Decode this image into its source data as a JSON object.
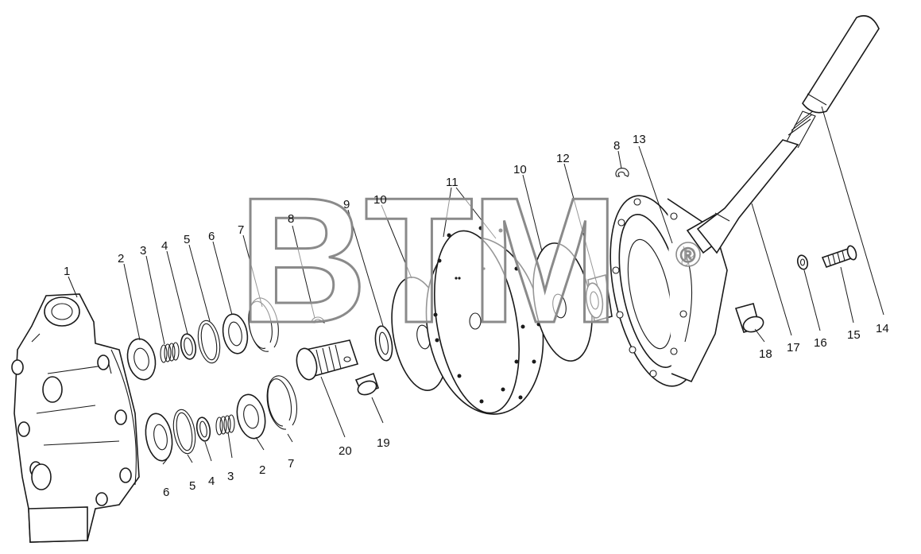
{
  "watermark": {
    "text": "BTM",
    "registered": "®"
  },
  "callouts": {
    "c1": "1",
    "c2a": "2",
    "c2b": "2",
    "c3a": "3",
    "c3b": "3",
    "c4a": "4",
    "c4b": "4",
    "c5a": "5",
    "c5b": "5",
    "c6a": "6",
    "c6b": "6",
    "c7a": "7",
    "c7b": "7",
    "c8a": "8",
    "c8b": "8",
    "c9": "9",
    "c10a": "10",
    "c10b": "10",
    "c11": "11",
    "c12": "12",
    "c13": "13",
    "c14": "14",
    "c15": "15",
    "c16": "16",
    "c17": "17",
    "c18": "18",
    "c19": "19",
    "c20": "20"
  }
}
